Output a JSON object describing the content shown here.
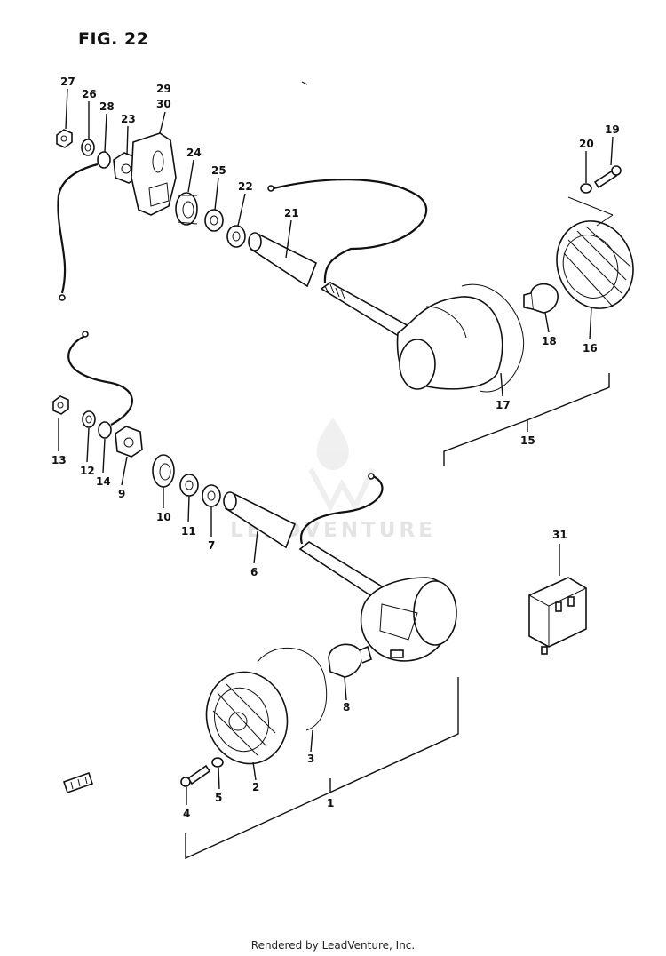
{
  "title": "FIG. 22",
  "footer": "Rendered by LeadVenture, Inc.",
  "watermark": {
    "text": "LEADVENTURE",
    "color": "#e4e4e4"
  },
  "callouts": [
    "1",
    "2",
    "3",
    "4",
    "5",
    "6",
    "7",
    "8",
    "9",
    "10",
    "11",
    "12",
    "13",
    "14",
    "15",
    "16",
    "17",
    "18",
    "19",
    "20",
    "21",
    "22",
    "23",
    "24",
    "25",
    "26",
    "27",
    "28",
    "29",
    "30",
    "31"
  ]
}
